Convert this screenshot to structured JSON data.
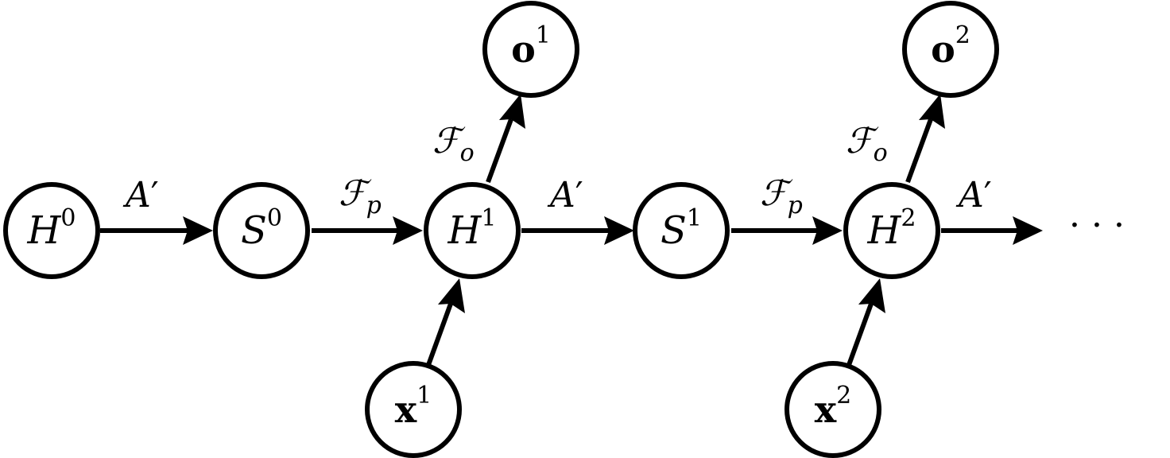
{
  "nodes": {
    "h0": {
      "base": "H",
      "sup": "0"
    },
    "s0": {
      "base": "S",
      "sup": "0"
    },
    "h1": {
      "base": "H",
      "sup": "1"
    },
    "s1": {
      "base": "S",
      "sup": "1"
    },
    "h2": {
      "base": "H",
      "sup": "2"
    },
    "o1": {
      "base": "o",
      "sup": "1"
    },
    "o2": {
      "base": "o",
      "sup": "2"
    },
    "x1": {
      "base": "x",
      "sup": "1"
    },
    "x2": {
      "base": "x",
      "sup": "2"
    }
  },
  "edges": {
    "a_prime": {
      "base": "A",
      "mark": "′"
    },
    "f_p": {
      "base": "ℱ",
      "sub": "p"
    },
    "f_o": {
      "base": "ℱ",
      "sub": "o"
    }
  },
  "continuation": "· · ·"
}
